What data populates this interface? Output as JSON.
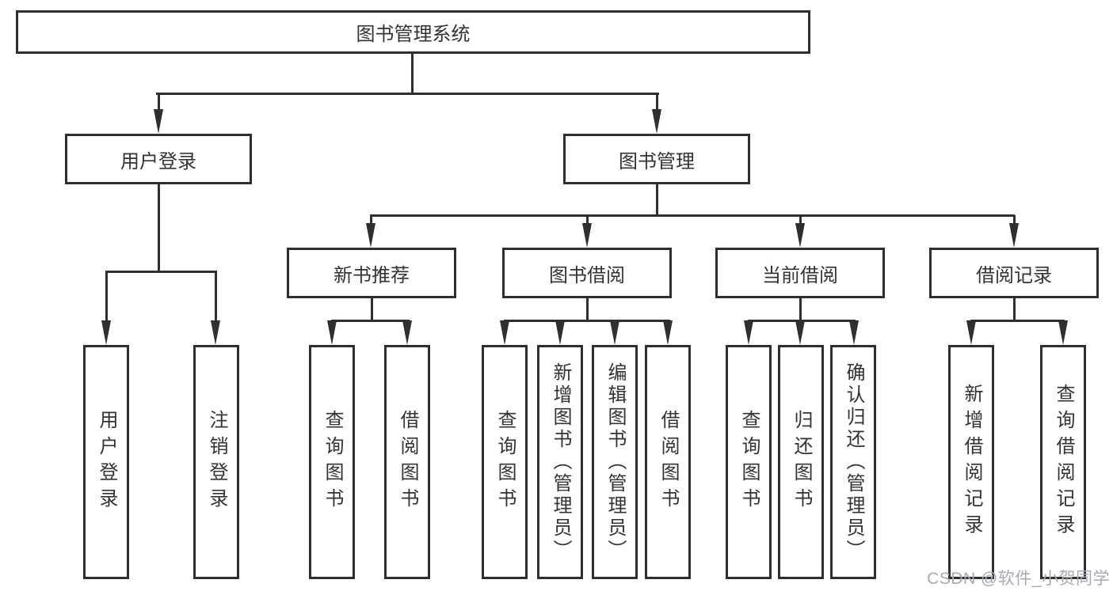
{
  "tree": {
    "label": "图书管理系统",
    "children": [
      {
        "label": "用户登录",
        "children": [
          {
            "label": "用户登录"
          },
          {
            "label": "注销登录"
          }
        ]
      },
      {
        "label": "图书管理",
        "children": [
          {
            "label": "新书推荐",
            "children": [
              {
                "label": "查询图书"
              },
              {
                "label": "借阅图书"
              }
            ]
          },
          {
            "label": "图书借阅",
            "children": [
              {
                "label": "查询图书"
              },
              {
                "label": "新增图书（管理员）"
              },
              {
                "label": "编辑图书（管理员）"
              },
              {
                "label": "借阅图书"
              }
            ]
          },
          {
            "label": "当前借阅",
            "children": [
              {
                "label": "查询图书"
              },
              {
                "label": "归还图书"
              },
              {
                "label": "确认归还（管理员）"
              }
            ]
          },
          {
            "label": "借阅记录",
            "children": [
              {
                "label": "新增借阅记录"
              },
              {
                "label": "查询借阅记录"
              }
            ]
          }
        ]
      }
    ]
  },
  "watermark": "CSDN @软件_小贺同学",
  "colors": {
    "line": "#2f2f2f",
    "text": "#333333",
    "watermark": "#a6aab2",
    "background": "#ffffff"
  }
}
